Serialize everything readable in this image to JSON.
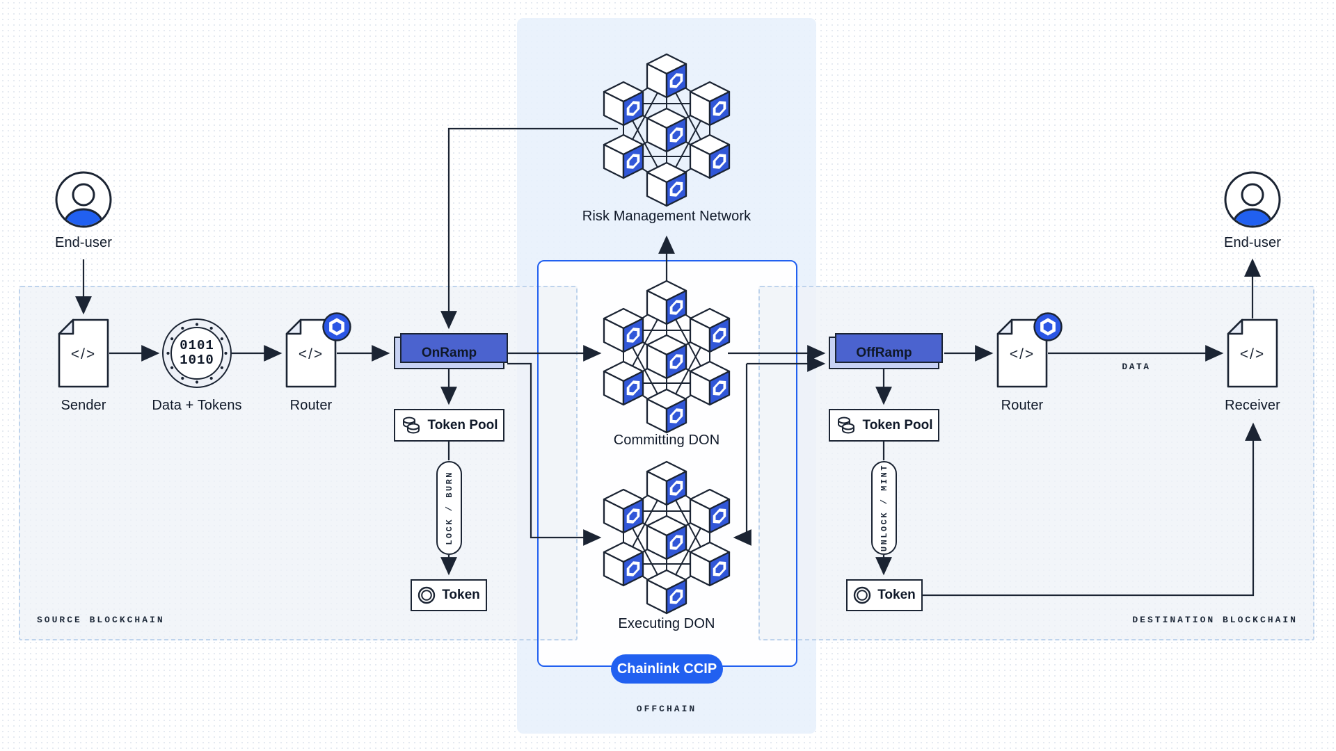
{
  "diagram": {
    "source_chain": {
      "label": "SOURCE BLOCKCHAIN",
      "end_user": "End-user",
      "sender": "Sender",
      "data_tokens": "Data + Tokens",
      "router": "Router",
      "onramp": "OnRamp",
      "token_pool": "Token Pool",
      "lock_burn": "LOCK / BURN",
      "token": "Token"
    },
    "offchain": {
      "label": "OFFCHAIN",
      "risk_management_network": "Risk Management Network",
      "committing_don": "Committing DON",
      "executing_don": "Executing DON",
      "ccip_badge": "Chainlink CCIP"
    },
    "destination_chain": {
      "label": "DESTINATION BLOCKCHAIN",
      "end_user": "End-user",
      "offramp": "OffRamp",
      "token_pool": "Token Pool",
      "unlock_mint": "UNLOCK / MINT",
      "token": "Token",
      "router": "Router",
      "receiver": "Receiver",
      "data_edge_label": "DATA"
    },
    "glyphs": {
      "code": "</>",
      "binary_line1": "0101",
      "binary_line2": "1010"
    },
    "colors": {
      "ink": "#1b2433",
      "chainlink_blue": "#3157d8",
      "ccip_blue": "#2160f0",
      "ramp_fill": "#c7d2f4",
      "ramp_shadow": "#4b63cf",
      "offchain_panel": "#e7f0fc",
      "chain_box_fill": "#eef2f7",
      "dashed_border": "#bed3ec"
    }
  }
}
